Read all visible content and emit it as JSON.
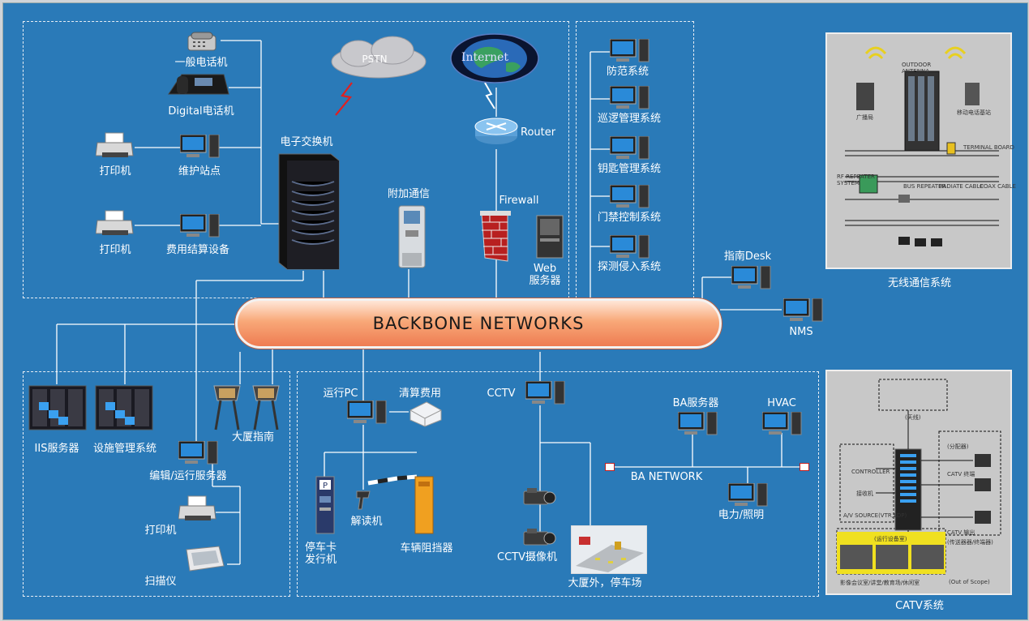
{
  "backbone": {
    "label": "BACKBONE NETWORKS"
  },
  "cloud": {
    "pstn": "PSTN",
    "internet": "Internet"
  },
  "devices": {
    "phone": "一般电话机",
    "digital_phone": "Digital电话机",
    "printer1": "打印机",
    "maint_station": "维护站点",
    "printer2": "打印机",
    "billing_device": "费用结算设备",
    "pbx": "电子交换机",
    "extra_comm": "附加通信",
    "router": "Router",
    "firewall": "Firewall",
    "web_server": "Web\n服务器",
    "security_system": "防范系统",
    "patrol_system": "巡逻管理系统",
    "key_system": "钥匙管理系统",
    "access_control": "门禁控制系统",
    "intrusion": "探测侵入系统",
    "guide_desk": "指南Desk",
    "nms": "NMS",
    "wireless": "无线通信系统",
    "iis_server": "IIS服务器",
    "facility_mgmt": "设施管理系统",
    "building_guide": "大厦指南",
    "edit_server": "编辑/运行服务器",
    "printer3": "打印机",
    "scanner": "扫描仪",
    "run_pc": "运行PC",
    "settle_fee": "清算费用",
    "parking_card": "停车卡\n发行机",
    "reader": "解读机",
    "barrier": "车辆阻挡器",
    "cctv": "CCTV",
    "cctv_camera": "CCTV摄像机",
    "parking_lot": "大厦外，停车场",
    "ba_server": "BA服务器",
    "hvac": "HVAC",
    "ba_network": "BA  NETWORK",
    "power_light": "电力/照明",
    "catv": "CATV系统"
  },
  "wireless_panel": {
    "t1": "RF REPEATER\nSYSTEM",
    "t2": "BUS REPEATER",
    "t3": "RADIATE CABLE",
    "t4": "TERMINAL BOARD",
    "t5": "COAX CABLE",
    "t6": "OUTDOOR\nANTENNA",
    "t7": "广播局",
    "t8": "移动电话基站"
  },
  "catv_panel": {
    "antenna": "(天线)",
    "controller": "CONTROLLER",
    "receiver": "接收机",
    "av_source": "A/V SOURCE(VTR,LDP)",
    "distributor": "(分配器)",
    "tv_label": "CATV 终端",
    "catv_out": "CATV 输出",
    "equipment_room": "(运行设备室)",
    "rooms": "影像会议室/讲堂/教育场/休闲室",
    "outscope": "(Out of Scope)",
    "tv_group": "(传送器器/终端器)"
  }
}
